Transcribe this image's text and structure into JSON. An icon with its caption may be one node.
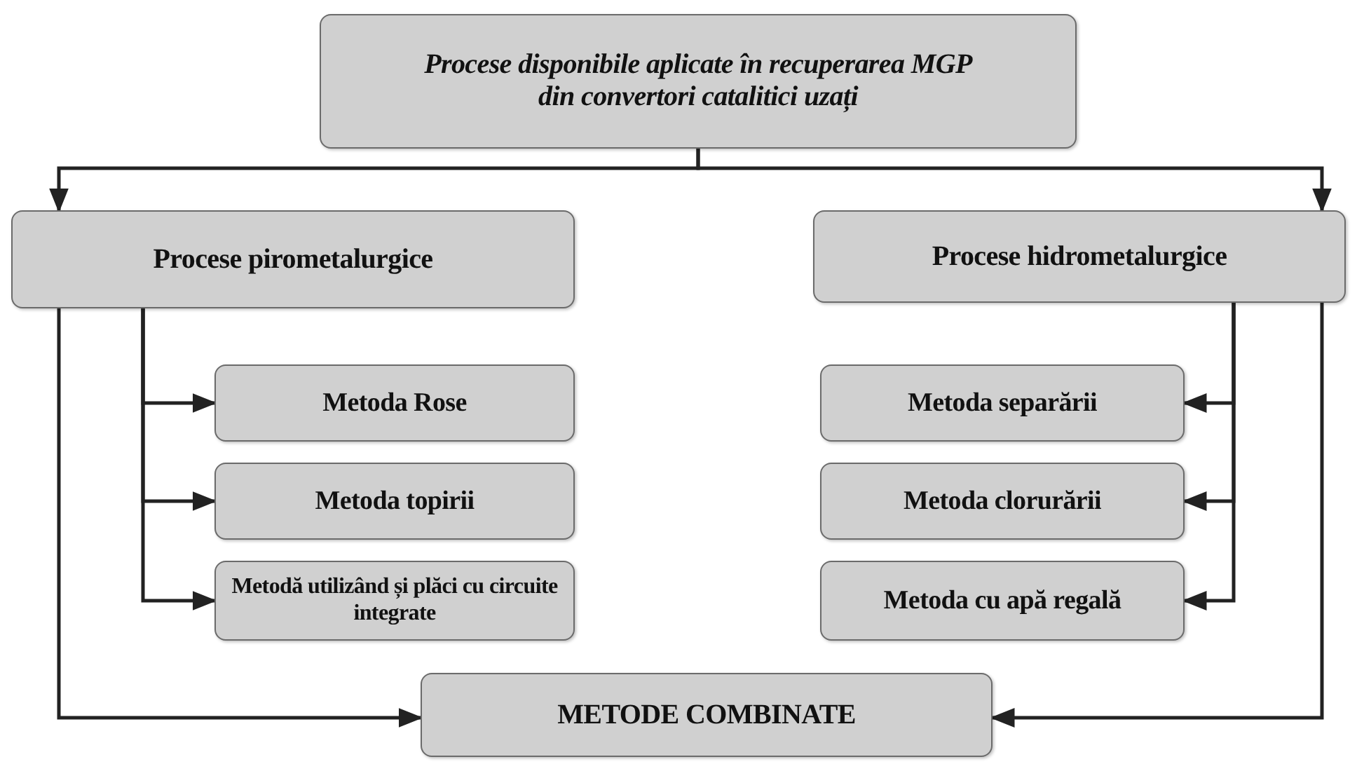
{
  "diagram": {
    "nodes": [
      {
        "text": [
          "Procese disponibile aplicate în recuperarea MGP din convertori catalitici uzați"
        ]
      },
      {
        "text": [
          "Procese pirometalurgice"
        ]
      },
      {
        "text": [
          "Procese hidrometalurgice"
        ]
      },
      {
        "text": [
          "Metoda Rose"
        ]
      },
      {
        "text": [
          "Metoda topirii"
        ]
      },
      {
        "text": [
          "Metodă utilizând și plăci cu circuite integrate"
        ]
      },
      {
        "text": [
          "Metoda separării"
        ]
      },
      {
        "text": [
          "Metoda clorurării"
        ]
      },
      {
        "text": [
          "Metoda cu  apă regală"
        ]
      },
      {
        "text": [
          "METODE COMBINATE"
        ]
      }
    ],
    "edges": [
      {
        "from": 0,
        "to": 1,
        "arrow": "to"
      },
      {
        "from": 0,
        "to": 2,
        "arrow": "to"
      },
      {
        "from": 1,
        "to": 3,
        "arrow": "to"
      },
      {
        "from": 1,
        "to": 4,
        "arrow": "to"
      },
      {
        "from": 1,
        "to": 5,
        "arrow": "to"
      },
      {
        "from": 2,
        "to": 6,
        "arrow": "to"
      },
      {
        "from": 2,
        "to": 7,
        "arrow": "to"
      },
      {
        "from": 2,
        "to": 8,
        "arrow": "to"
      },
      {
        "from": 1,
        "to": 9,
        "arrow": "to"
      },
      {
        "from": 2,
        "to": 9,
        "arrow": "to"
      }
    ]
  }
}
